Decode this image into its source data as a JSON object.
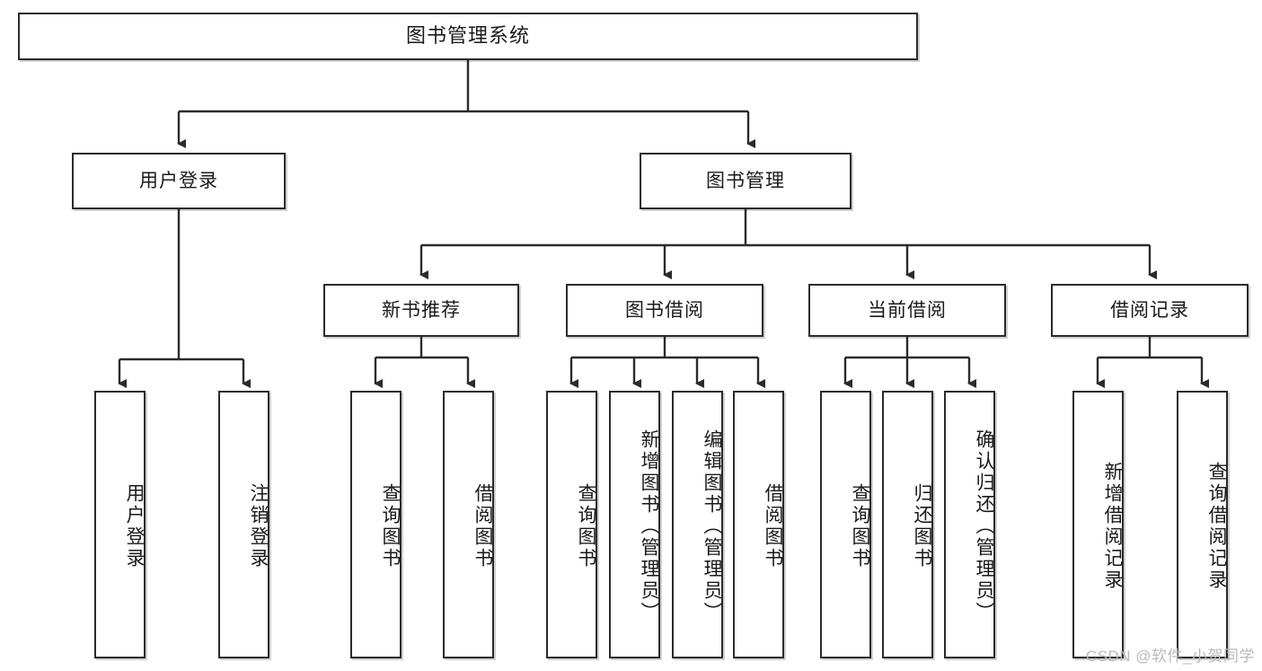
{
  "diagram": {
    "title": "图书管理系统",
    "type": "tree",
    "watermark": "CSDN @软件_小贺同学",
    "colors": {
      "stroke": "#2b2b2b",
      "fill": "#ffffff",
      "text": "#1a1a1a",
      "watermark": "#b9b9b9"
    },
    "nodes": {
      "root": {
        "label": "图书管理系统"
      },
      "level1": [
        {
          "label": "用户登录"
        },
        {
          "label": "图书管理"
        }
      ],
      "level2": [
        {
          "label": "新书推荐"
        },
        {
          "label": "图书借阅"
        },
        {
          "label": "当前借阅"
        },
        {
          "label": "借阅记录"
        }
      ],
      "leaves_user_login": [
        {
          "label": "用户登录"
        },
        {
          "label": "注销登录"
        }
      ],
      "leaves_new_books": [
        {
          "label": "查询图书"
        },
        {
          "label": "借阅图书"
        }
      ],
      "leaves_borrow": [
        {
          "label": "查询图书"
        },
        {
          "label": "新增图书（管理员）"
        },
        {
          "label": "编辑图书（管理员）"
        },
        {
          "label": "借阅图书"
        }
      ],
      "leaves_current": [
        {
          "label": "查询图书"
        },
        {
          "label": "归还图书"
        },
        {
          "label": "确认归还（管理员）"
        }
      ],
      "leaves_records": [
        {
          "label": "新增借阅记录"
        },
        {
          "label": "查询借阅记录"
        }
      ]
    }
  }
}
